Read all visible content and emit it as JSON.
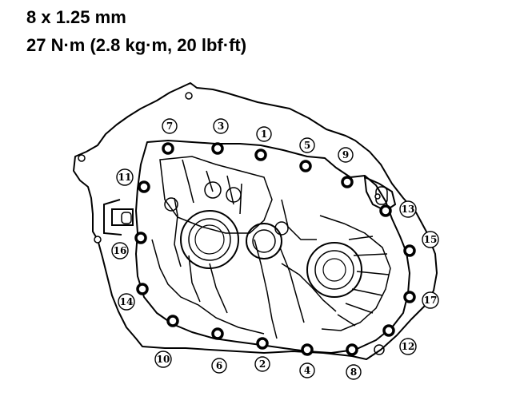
{
  "spec": {
    "thread": "8 x 1.25 mm",
    "torque": "27 N·m (2.8 kg·m, 20 lbf·ft)"
  },
  "bolt_labels": [
    "1",
    "2",
    "3",
    "4",
    "5",
    "6",
    "7",
    "8",
    "9",
    "10",
    "11",
    "12",
    "13",
    "14",
    "15",
    "16",
    "17"
  ],
  "colors": {
    "ink": "#000000",
    "paper": "#ffffff"
  }
}
